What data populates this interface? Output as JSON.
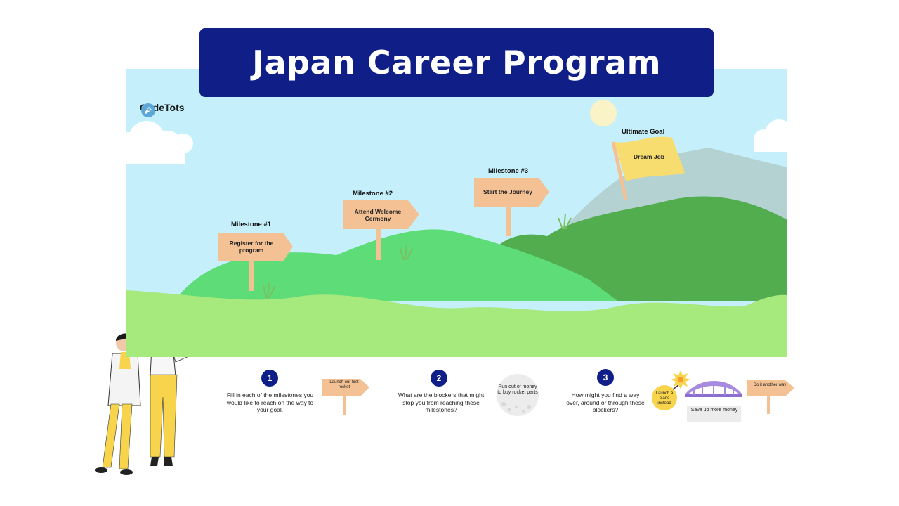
{
  "title": "Japan Career Program",
  "logo": "CodeTots",
  "goal": {
    "label": "Ultimate Goal",
    "flag_text": "Dream Job"
  },
  "milestones": [
    {
      "label": "Milestone #1",
      "sign": "Register for the program"
    },
    {
      "label": "Milestone #2",
      "sign": "Attend Welcome Cermony"
    },
    {
      "label": "Milestone #3",
      "sign": "Start the Journey"
    }
  ],
  "steps": [
    {
      "number": "1",
      "text": "Fill in each of the milestones you would like to reach on the way to your goal.",
      "example": "Launch our first rocket"
    },
    {
      "number": "2",
      "text": "What are the blockers that might stop you from reaching these milestones?",
      "example": "Run out of money to buy rocket parts"
    },
    {
      "number": "3",
      "text": "How might you find a way over, around or through these blockers?",
      "examples": [
        "Launch a plane instead",
        "Save up more money",
        "Do it another way"
      ]
    }
  ],
  "colors": {
    "banner": "#0f1f87",
    "sky": "#c5f0fb",
    "sign": "#f3c193",
    "flag": "#f7dc6f"
  }
}
